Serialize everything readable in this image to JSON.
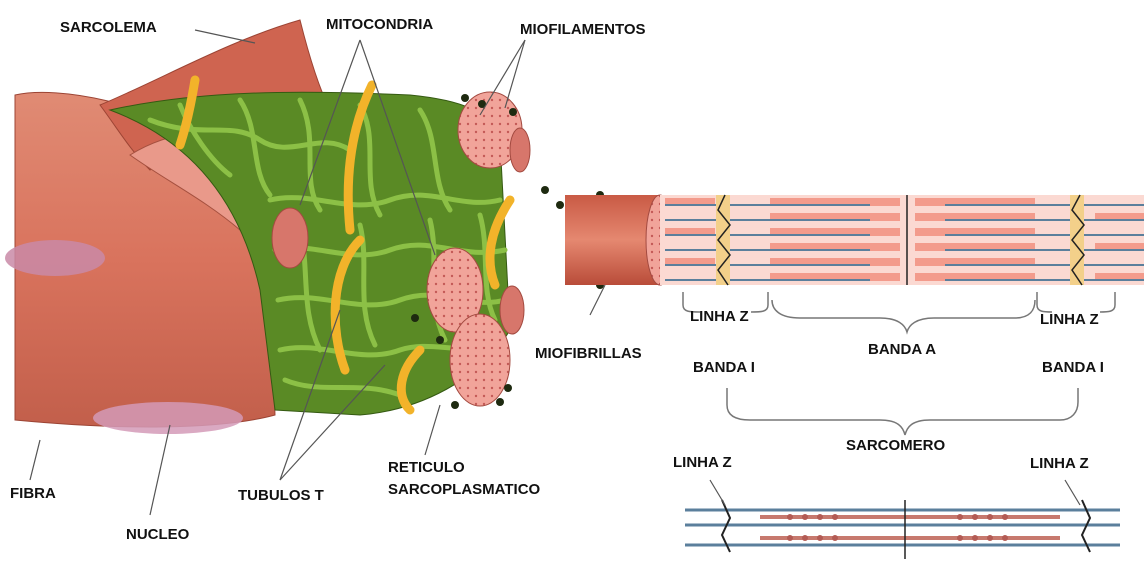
{
  "labels": {
    "sarcolema": "SARCOLEMA",
    "mitocondria": "MITOCONDRIA",
    "miofilamentos": "MIOFILAMENTOS",
    "miofibrillas": "MIOFIBRILLAS",
    "fibra": "FIBRA",
    "nucleo": "NUCLEO",
    "tubulos_t": "TUBULOS T",
    "reticulo_line1": "RETICULO",
    "reticulo_line2": "SARCOPLASMATICO",
    "linha_z_left": "LINHA Z",
    "linha_z_right": "LINHA Z",
    "banda_a": "BANDA A",
    "banda_i_left": "BANDA I",
    "banda_i_right": "BANDA I",
    "sarcomero": "SARCOMERO",
    "linha_z_lower_left": "LINHA Z",
    "linha_z_lower_right": "LINHA Z"
  },
  "colors": {
    "muscle": "#d9755f",
    "muscle_dark": "#b95442",
    "reticulum": "#6b9a2c",
    "tubule": "#f2b32a",
    "myofibril_pink": "#f0a9a0",
    "actin_blue": "#5b7f9c",
    "z_disc": "#f3d08a"
  }
}
